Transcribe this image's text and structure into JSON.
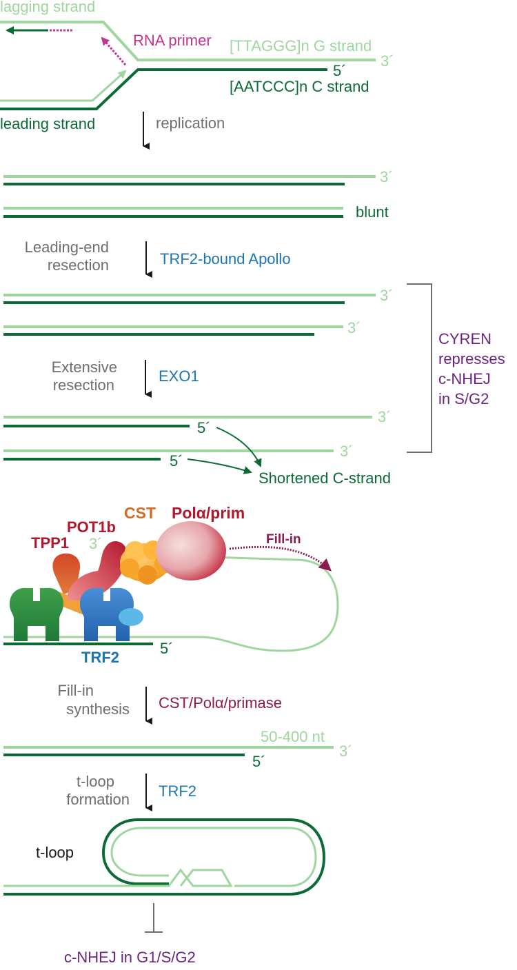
{
  "colors": {
    "light_green": "#9ed69e",
    "dark_green": "#0b6b35",
    "gray": "#6e6e6e",
    "blue": "#1b75b4",
    "purple": "#6a2382",
    "magenta": "#c2358f",
    "maroon": "#8e1a4e",
    "red": "#b3172d",
    "orange": "#d26b26"
  },
  "replication": {
    "lagging_strand": "lagging strand",
    "rna_primer": "RNA primer",
    "g_strand": "[TTAGGG]n G strand",
    "three_prime": "3´",
    "five_prime": "5´",
    "c_strand": "[AATCCC]n C strand",
    "leading_strand": "leading strand",
    "step": "replication"
  },
  "after_replication": {
    "three_prime": "3´",
    "blunt": "blunt"
  },
  "leading_end_resection": {
    "step_line1": "Leading-end",
    "step_line2": "resection",
    "enzyme": "TRF2-bound Apollo",
    "three_prime_a": "3´",
    "three_prime_b": "3´"
  },
  "extensive_resection": {
    "step_line1": "Extensive",
    "step_line2": "resection",
    "enzyme": "EXO1",
    "three_prime_a": "3´",
    "five_prime_a": "5´",
    "three_prime_b": "3´",
    "five_prime_b": "5´",
    "result": "Shortened C-strand"
  },
  "cyren": {
    "line1": "CYREN",
    "line2": "represses",
    "line3": "c-NHEJ",
    "line4": "in S/G2"
  },
  "proteins": {
    "cst": "CST",
    "pol_prefix": "Pol",
    "pol_alpha": "α",
    "pol_suffix": "/prim",
    "pot1b": "POT1b",
    "tpp1": "TPP1",
    "trf2": "TRF2",
    "fill_in": "Fill-in",
    "three_prime": "3´",
    "five_prime": "5´"
  },
  "fill_in_synthesis": {
    "step_line1": "Fill-in",
    "step_line2": "synthesis",
    "enzyme_prefix": "CST/Pol",
    "enzyme_alpha": "α",
    "enzyme_suffix": "/primase",
    "overhang": "50-400 nt",
    "three_prime": "3´",
    "five_prime": "5´"
  },
  "tloop_formation": {
    "step_line1": "t-loop",
    "step_line2": "formation",
    "enzyme": "TRF2",
    "tloop_label": "t-loop",
    "inhibited": "c-NHEJ in G1/S/G2"
  }
}
